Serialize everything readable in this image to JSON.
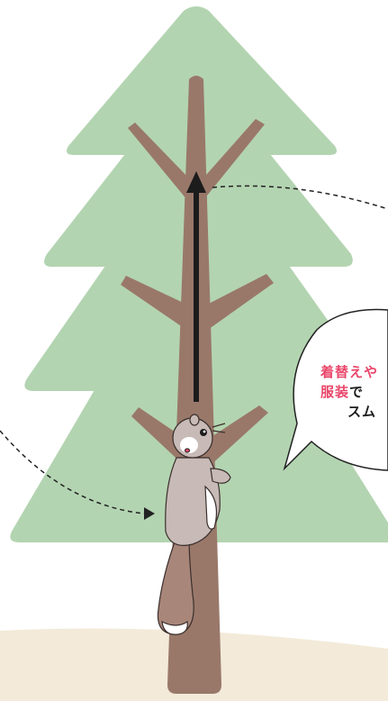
{
  "colors": {
    "foliage": "#b3d4b1",
    "trunk": "#99786a",
    "ground": "#f3ead9",
    "arrow": "#1c1c1c",
    "squirrel_body": "#c7bab7",
    "squirrel_tail": "#a8867a",
    "bubble_fill": "#ffffff",
    "bubble_outline": "#222222",
    "accent_text": "#e9466a"
  },
  "callout": {
    "line1_accent": "着替えや",
    "line2_accent": "服装",
    "line2_dark": "で",
    "line3_dark": "スム"
  },
  "icons": [
    "tree-icon",
    "flying-squirrel-icon",
    "up-arrow-icon",
    "speech-bubble-icon"
  ]
}
